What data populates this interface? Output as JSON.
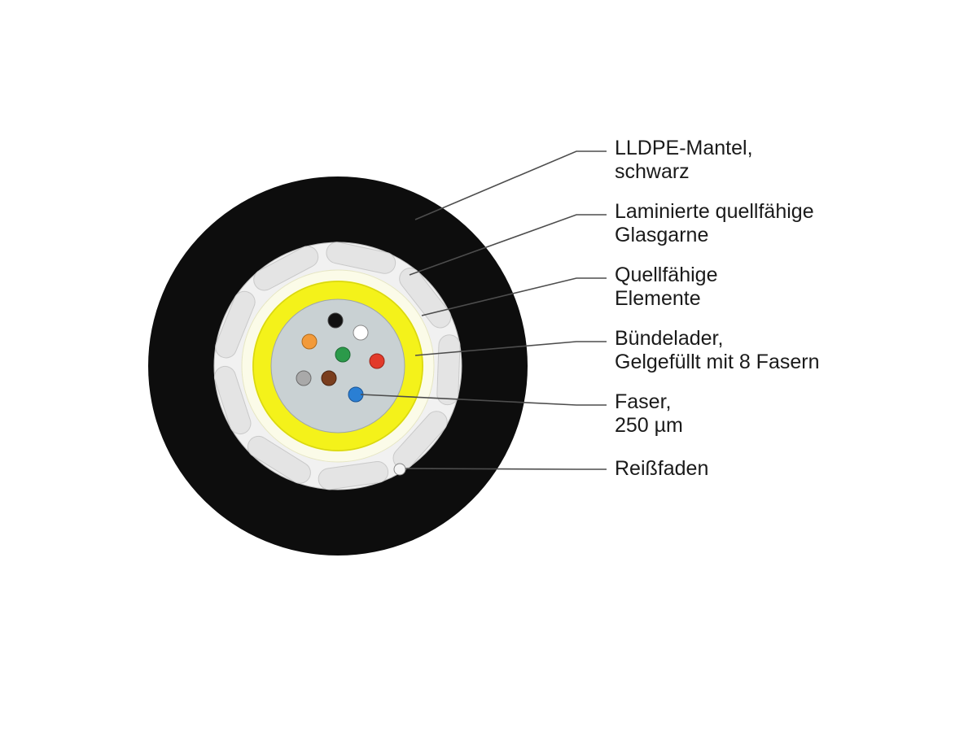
{
  "labels": [
    {
      "id": "jacket",
      "lines": [
        "LLDPE-Mantel,",
        "schwarz"
      ]
    },
    {
      "id": "glass-yarn",
      "lines": [
        "Laminierte quellfähige",
        "Glasgarne"
      ]
    },
    {
      "id": "swelling",
      "lines": [
        "Quellfähige",
        "Elemente"
      ]
    },
    {
      "id": "tube",
      "lines": [
        "Bündelader,",
        "Gelgefüllt mit 8 Fasern"
      ]
    },
    {
      "id": "fiber",
      "lines": [
        "Faser,",
        "250 µm"
      ]
    },
    {
      "id": "ripcord",
      "lines": [
        "Reißfaden"
      ]
    }
  ],
  "colors": {
    "jacket": "#0d0d0d",
    "yarn_ring": "#f1f1f1",
    "yarn_segment": "#e4e4e4",
    "swelling_ring": "#fbfbe8",
    "tube": "#f4f21a",
    "gel": "#c9d1d3",
    "fibers": [
      "#111111",
      "#ffffff",
      "#f29a3a",
      "#2b9a4a",
      "#e23a2a",
      "#a9a9a9",
      "#7a3e1e",
      "#2a7fd4"
    ]
  }
}
